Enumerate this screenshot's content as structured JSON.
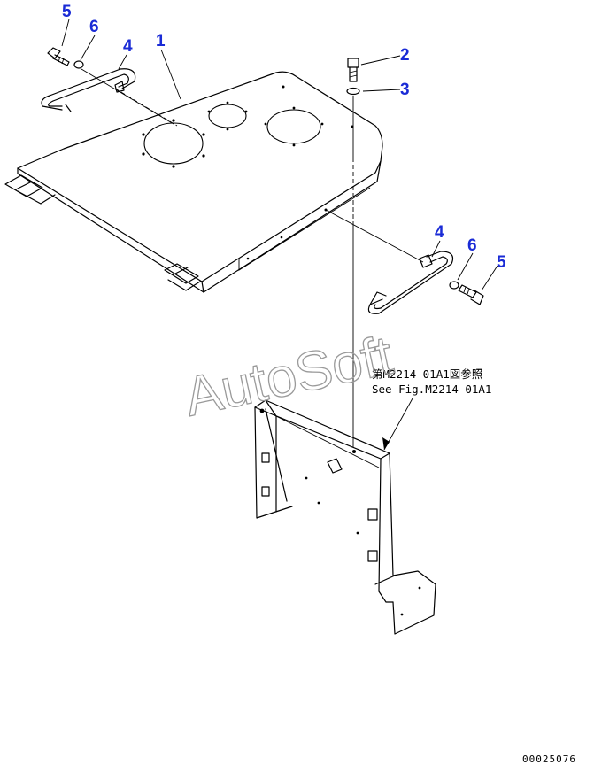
{
  "callouts": {
    "c1": "1",
    "c2": "2",
    "c3": "3",
    "c4a": "4",
    "c4b": "4",
    "c5a": "5",
    "c5b": "5",
    "c6a": "6",
    "c6b": "6"
  },
  "reference_note": {
    "line_jp": "第M2214-01A1図参照",
    "line_en": "See Fig.M2214-01A1"
  },
  "watermark": "AutoSoft",
  "drawing_code": "00025076",
  "colors": {
    "callout": "#1a2bd6",
    "line": "#000000",
    "watermark": "#9a9a9a"
  }
}
